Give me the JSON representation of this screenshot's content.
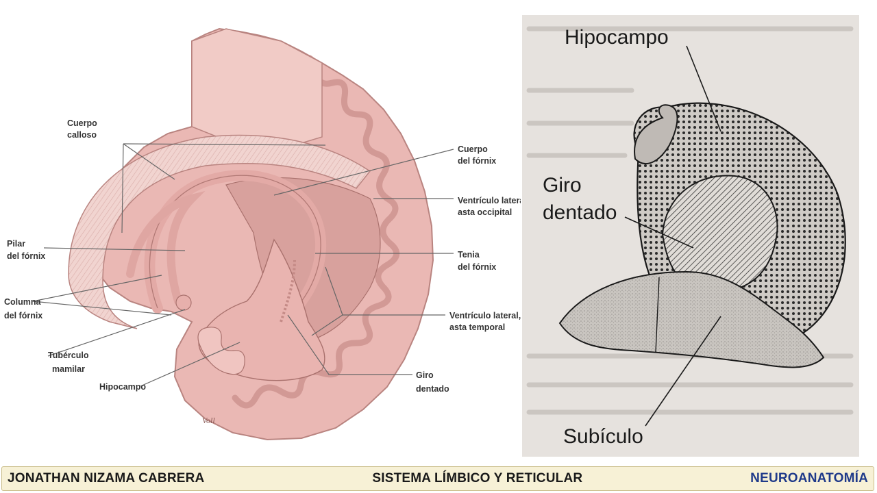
{
  "left_diagram": {
    "labels": {
      "cuerpo_calloso": [
        "Cuerpo",
        "calloso"
      ],
      "cuerpo_fornix": [
        "Cuerpo",
        "del fórnix"
      ],
      "ventriculo_occipital": [
        "Ventrículo lateral,",
        "asta occipital"
      ],
      "pilar_fornix": [
        "Pilar",
        "del fórnix"
      ],
      "tenia_fornix": [
        "Tenia",
        "del fórnix"
      ],
      "columna_fornix": [
        "Columna",
        "del fórnix"
      ],
      "ventriculo_temporal": [
        "Ventrículo lateral,",
        "asta temporal"
      ],
      "tuberculo_mamilar": [
        "Tubérculo",
        "mamilar"
      ],
      "hipocampo": [
        "Hipocampo"
      ],
      "giro_dentado": [
        "Giro",
        "dentado"
      ]
    },
    "signature": "Voll"
  },
  "right_diagram": {
    "labels": {
      "hipocampo": [
        "Hipocampo"
      ],
      "giro_dentado": [
        "Giro",
        "dentado"
      ],
      "subiculo": [
        "Subículo"
      ]
    }
  },
  "footer": {
    "author": "JONATHAN NIZAMA CABRERA",
    "topic": "SISTEMA LÍMBICO Y RETICULAR",
    "course": "NEUROANATOMÍA"
  },
  "colors": {
    "tissue": "#eab8b4",
    "tissue_dark": "#c98f8b",
    "cortex": "#f3cfca",
    "photo_bg": "#e6e2de",
    "footer_bg": "#f7f1d6",
    "author_color": "#1a1a1a",
    "topic_color": "#1a1a1a",
    "course_color": "#1f3a8a"
  }
}
